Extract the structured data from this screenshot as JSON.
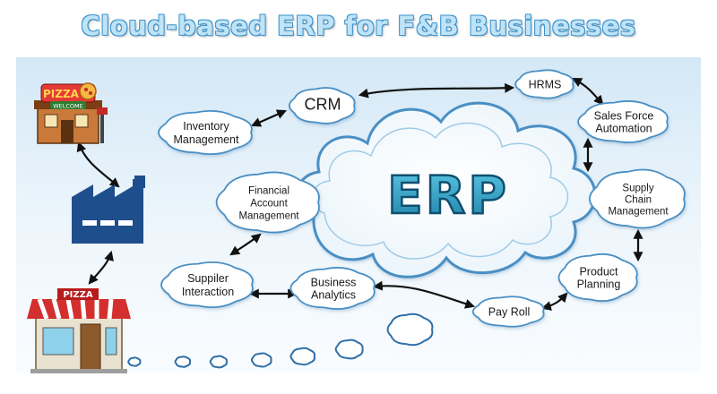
{
  "title": "Cloud-based ERP for F&B Businesses",
  "center": {
    "label": "ERP"
  },
  "nodes": {
    "crm": [
      "CRM"
    ],
    "hrms": [
      "HRMS"
    ],
    "inventory": [
      "Inventory",
      "Management"
    ],
    "sales_force": [
      "Sales Force",
      "Automation"
    ],
    "financial": [
      "Financial",
      "Account",
      "Management"
    ],
    "supply_chain": [
      "Supply",
      "Chain",
      "Management"
    ],
    "supplier": [
      "Suppiler",
      "Interaction"
    ],
    "business_analytics": [
      "Business",
      "Analytics"
    ],
    "pay_roll": [
      "Pay Roll"
    ],
    "product_planning": [
      "Product",
      "Planning"
    ]
  },
  "icons": {
    "restaurant_top": "restaurant-icon",
    "factory": "factory-icon",
    "pizza_shop": "pizza-shop-icon"
  },
  "signs": {
    "restaurant_top": "PIZZA",
    "restaurant_banner": "WELCOME",
    "pizza_shop": "PIZZA"
  },
  "colors": {
    "title_fill": "#bfe3f7",
    "title_outline": "#3f93c9",
    "cloud_stroke": "#4a8fc4",
    "erp_text": "#2e9bc0",
    "factory": "#1f4e8c"
  }
}
